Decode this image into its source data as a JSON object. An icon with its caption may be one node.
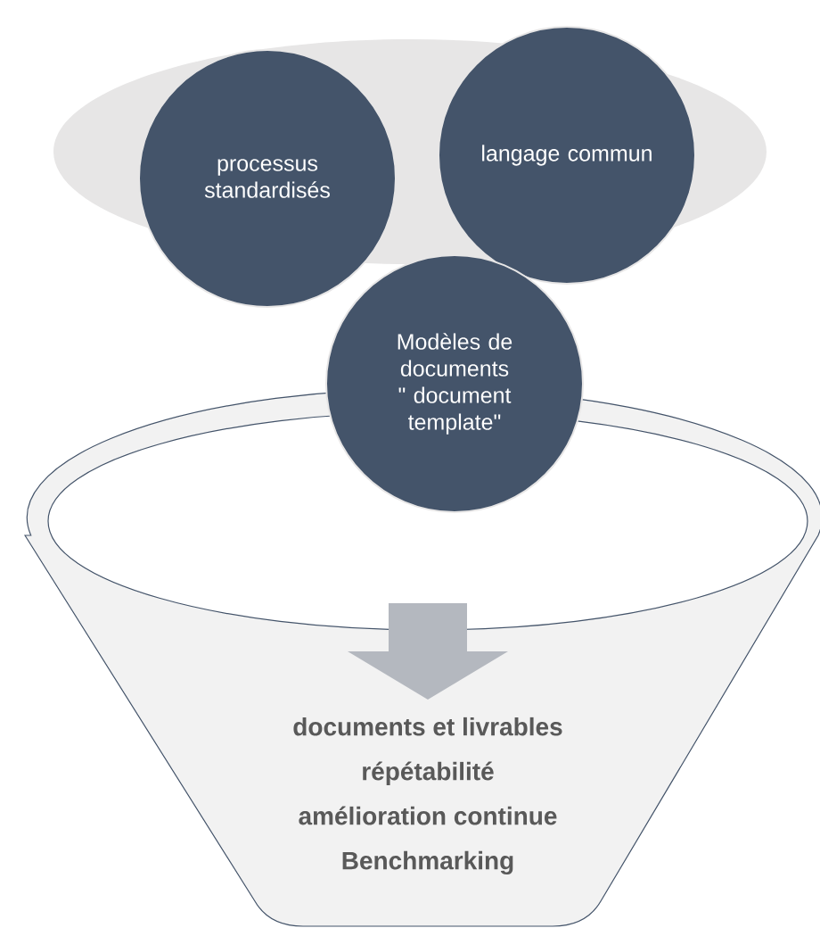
{
  "diagram": {
    "nodes": [
      {
        "text": [
          "processus standardisés"
        ]
      },
      {
        "text": [
          "langage commun"
        ]
      },
      {
        "text": [
          "Modèles de documents \" document template\""
        ]
      },
      {
        "text": [
          "documents et livrables",
          "répétabilité",
          "amélioration continue",
          "Benchmarking"
        ]
      }
    ],
    "edges": []
  }
}
